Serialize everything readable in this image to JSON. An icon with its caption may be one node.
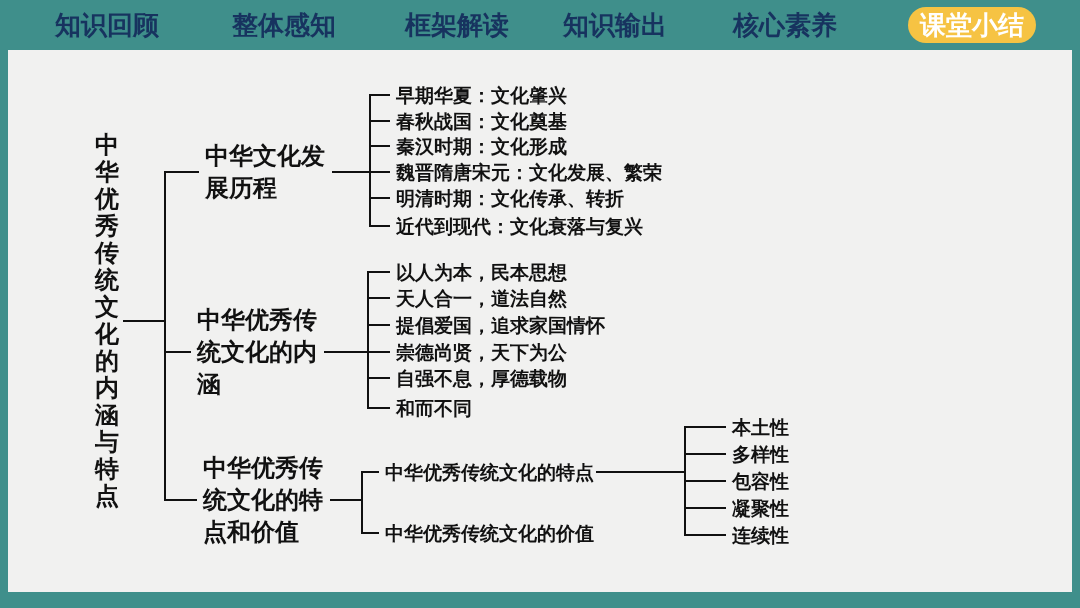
{
  "diagram": {
    "nodes": [
      {
        "text": [
          "中华优秀传统文化的内涵与特点"
        ]
      },
      {
        "text": [
          "中华文化发展历程"
        ]
      },
      {
        "text": [
          "早期华夏：文化肇兴"
        ]
      },
      {
        "text": [
          "春秋战国：文化奠基"
        ]
      },
      {
        "text": [
          "秦汉时期：文化形成"
        ]
      },
      {
        "text": [
          "魏晋隋唐宋元：文化发展、繁荣"
        ]
      },
      {
        "text": [
          "明清时期：文化传承、转折"
        ]
      },
      {
        "text": [
          "近代到现代：文化衰落与复兴"
        ]
      },
      {
        "text": [
          "中华优秀传统文化的内涵"
        ]
      },
      {
        "text": [
          "以人为本，民本思想"
        ]
      },
      {
        "text": [
          "天人合一，道法自然"
        ]
      },
      {
        "text": [
          "提倡爱国，追求家国情怀"
        ]
      },
      {
        "text": [
          "崇德尚贤，天下为公"
        ]
      },
      {
        "text": [
          "自强不息，厚德载物"
        ]
      },
      {
        "text": [
          "和而不同"
        ]
      },
      {
        "text": [
          "中华优秀传统文化的特点和价值"
        ]
      },
      {
        "text": [
          "中华优秀传统文化的特点"
        ]
      },
      {
        "text": [
          "中华优秀传统文化的价值"
        ]
      },
      {
        "text": [
          "本土性"
        ]
      },
      {
        "text": [
          "多样性"
        ]
      },
      {
        "text": [
          "包容性"
        ]
      },
      {
        "text": [
          "凝聚性"
        ]
      },
      {
        "text": [
          "连续性"
        ]
      }
    ],
    "edges": [
      {
        "from": 0,
        "to": 1,
        "arrow": "none"
      },
      {
        "from": 0,
        "to": 8,
        "arrow": "none"
      },
      {
        "from": 0,
        "to": 15,
        "arrow": "none"
      },
      {
        "from": 1,
        "to": 2,
        "arrow": "none"
      },
      {
        "from": 1,
        "to": 3,
        "arrow": "none"
      },
      {
        "from": 1,
        "to": 4,
        "arrow": "none"
      },
      {
        "from": 1,
        "to": 5,
        "arrow": "none"
      },
      {
        "from": 1,
        "to": 6,
        "arrow": "none"
      },
      {
        "from": 1,
        "to": 7,
        "arrow": "none"
      },
      {
        "from": 8,
        "to": 9,
        "arrow": "none"
      },
      {
        "from": 8,
        "to": 10,
        "arrow": "none"
      },
      {
        "from": 8,
        "to": 11,
        "arrow": "none"
      },
      {
        "from": 8,
        "to": 12,
        "arrow": "none"
      },
      {
        "from": 8,
        "to": 13,
        "arrow": "none"
      },
      {
        "from": 8,
        "to": 14,
        "arrow": "none"
      },
      {
        "from": 15,
        "to": 16,
        "arrow": "none"
      },
      {
        "from": 15,
        "to": 17,
        "arrow": "none"
      },
      {
        "from": 16,
        "to": 18,
        "arrow": "none"
      },
      {
        "from": 16,
        "to": 19,
        "arrow": "none"
      },
      {
        "from": 16,
        "to": 20,
        "arrow": "none"
      },
      {
        "from": 16,
        "to": 21,
        "arrow": "none"
      },
      {
        "from": 16,
        "to": 22,
        "arrow": "none"
      }
    ],
    "labels": [
      "知识回顾",
      "整体感知",
      "框架解读",
      "知识输出",
      "核心素养",
      "课堂小结"
    ]
  }
}
